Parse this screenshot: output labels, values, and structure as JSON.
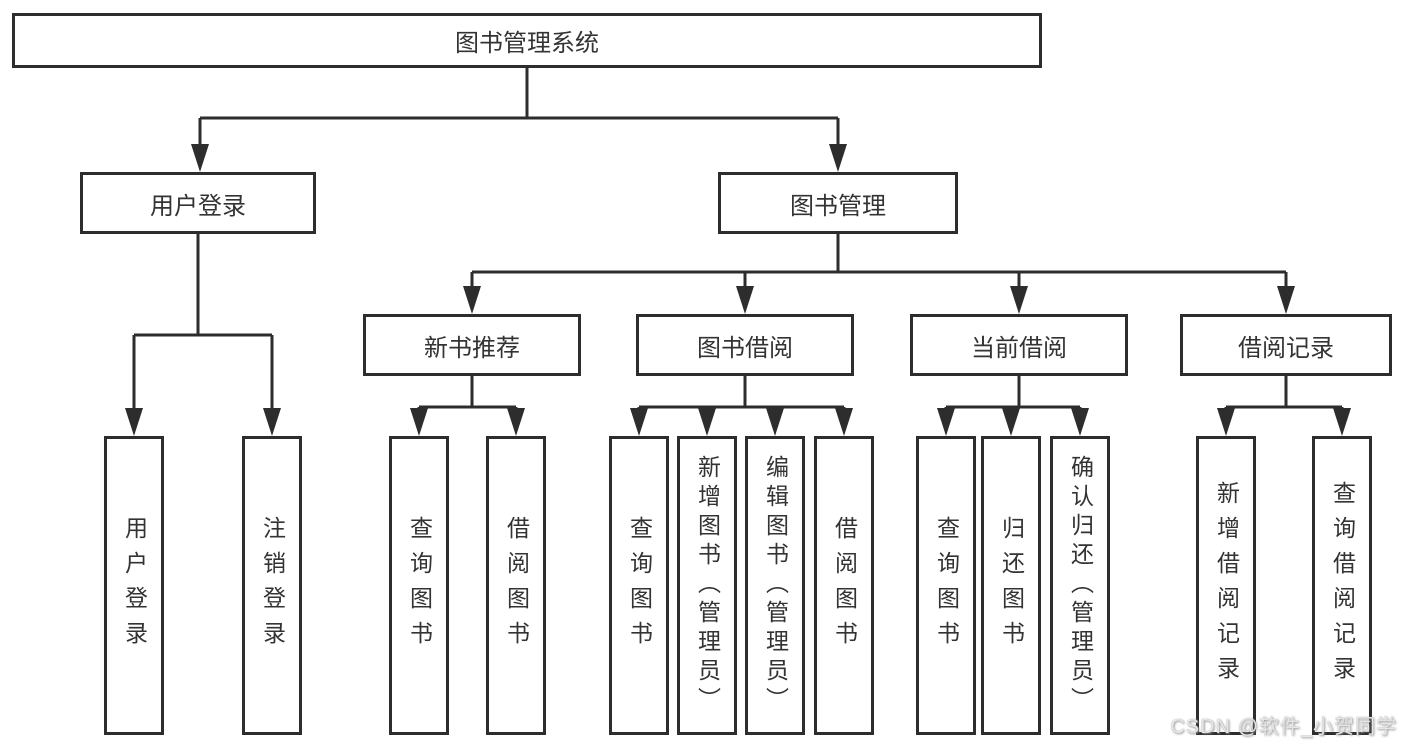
{
  "diagram": {
    "root": {
      "label": "图书管理系统"
    },
    "branches": [
      {
        "label": "用户登录"
      },
      {
        "label": "图书管理"
      }
    ],
    "modules": [
      {
        "label": "新书推荐"
      },
      {
        "label": "图书借阅"
      },
      {
        "label": "当前借阅"
      },
      {
        "label": "借阅记录"
      }
    ],
    "leaves": [
      {
        "label": "用户登录"
      },
      {
        "label": "注销登录"
      },
      {
        "label": "查询图书"
      },
      {
        "label": "借阅图书"
      },
      {
        "label": "查询图书"
      },
      {
        "label": "新增图书（管理员）"
      },
      {
        "label": "编辑图书（管理员）"
      },
      {
        "label": "借阅图书"
      },
      {
        "label": "查询图书"
      },
      {
        "label": "归还图书"
      },
      {
        "label": "确认归还（管理员）"
      },
      {
        "label": "新增借阅记录"
      },
      {
        "label": "查询借阅记录"
      }
    ]
  },
  "watermark": {
    "text": "CSDN @软件_小贺同学"
  },
  "colors": {
    "line": "#2d2d2d",
    "box_border": "#2d2d2d",
    "text": "#333333",
    "background": "#ffffff",
    "watermark": "#e6e6e6"
  }
}
